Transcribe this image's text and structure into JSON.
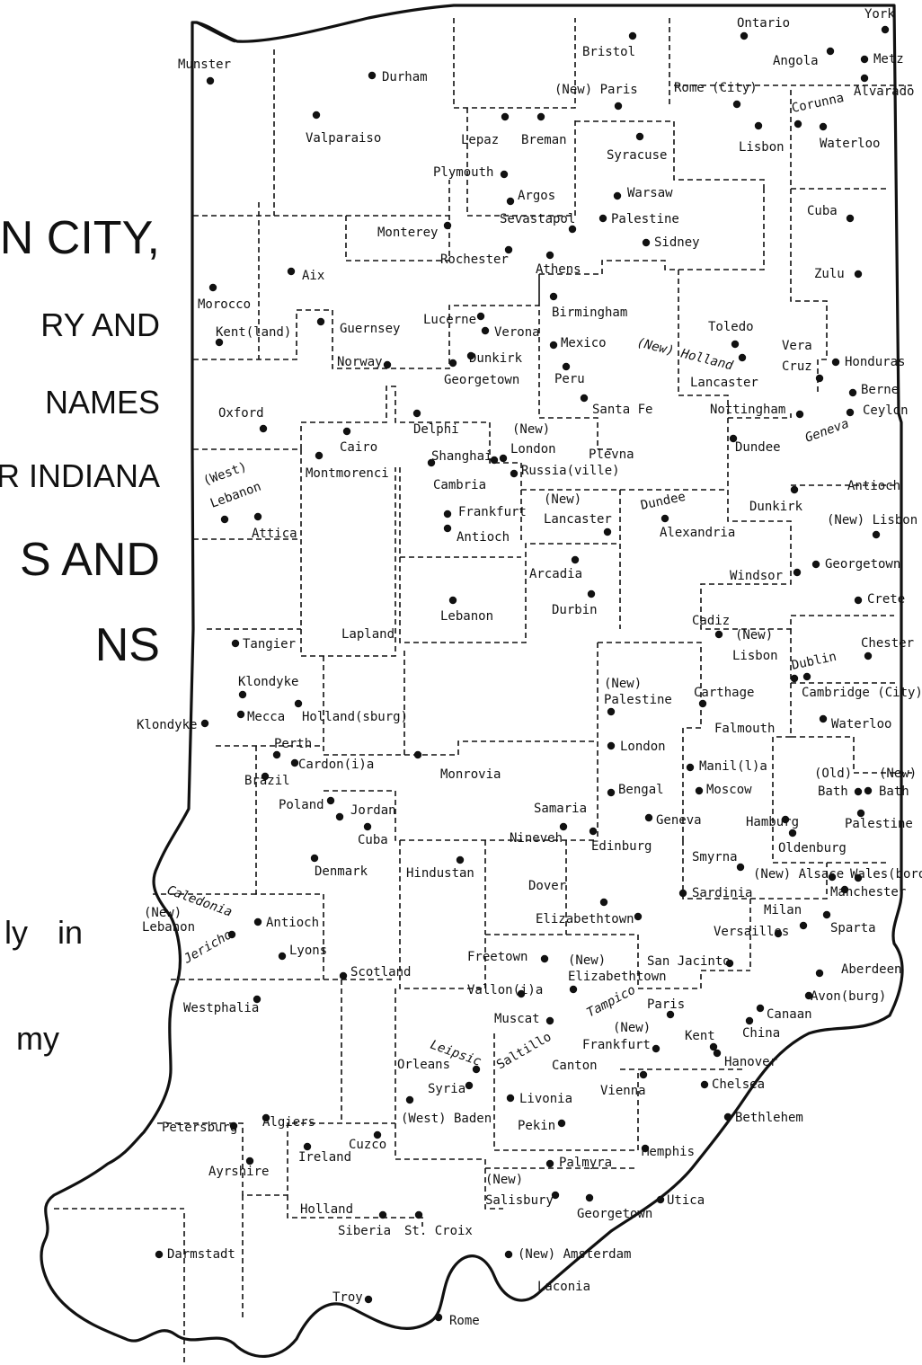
{
  "heading_fragments": [
    "GN CITY,",
    "RY AND",
    "NAMES",
    "OR INDIANA",
    "S AND",
    "NS",
    "ly",
    "in",
    "my"
  ],
  "places": [
    {
      "t": "York"
    },
    {
      "t": "Ontario"
    },
    {
      "t": "Bristol"
    },
    {
      "t": "Angola"
    },
    {
      "t": "Metz"
    },
    {
      "t": "Munster"
    },
    {
      "t": "Durham"
    },
    {
      "t": "(New) Paris"
    },
    {
      "t": "Rome (City)"
    },
    {
      "t": "Alvarado"
    },
    {
      "t": "Corunna"
    },
    {
      "t": "Valparaiso"
    },
    {
      "t": "Lepaz"
    },
    {
      "t": "Breman"
    },
    {
      "t": "Syracuse"
    },
    {
      "t": "Lisbon"
    },
    {
      "t": "Waterloo"
    },
    {
      "t": "Plymouth"
    },
    {
      "t": "Argos"
    },
    {
      "t": "Warsaw"
    },
    {
      "t": "Sevastapol"
    },
    {
      "t": "Palestine"
    },
    {
      "t": "Cuba"
    },
    {
      "t": "Monterey"
    },
    {
      "t": "Sidney"
    },
    {
      "t": "Rochester"
    },
    {
      "t": "Athens"
    },
    {
      "t": "Aix"
    },
    {
      "t": "Zulu"
    },
    {
      "t": "Morocco"
    },
    {
      "t": "Birmingham"
    },
    {
      "t": "Lucerne"
    },
    {
      "t": "Guernsey"
    },
    {
      "t": "Verona"
    },
    {
      "t": "Toledo"
    },
    {
      "t": "Kent(land)"
    },
    {
      "t": "Mexico"
    },
    {
      "t": "(New) Holland"
    },
    {
      "t": "Vera"
    },
    {
      "t": "Norway"
    },
    {
      "t": "Dunkirk"
    },
    {
      "t": "Cruz"
    },
    {
      "t": "Honduras"
    },
    {
      "t": "Georgetown"
    },
    {
      "t": "Peru"
    },
    {
      "t": "Lancaster"
    },
    {
      "t": "Berne"
    },
    {
      "t": "Oxford"
    },
    {
      "t": "Santa Fe"
    },
    {
      "t": "Nottingham"
    },
    {
      "t": "Ceylon"
    },
    {
      "t": "Delphi"
    },
    {
      "t": "(New)"
    },
    {
      "t": "Cairo"
    },
    {
      "t": "London"
    },
    {
      "t": "Plevna"
    },
    {
      "t": "Dundee"
    },
    {
      "t": "Geneva"
    },
    {
      "t": "Shanghai"
    },
    {
      "t": "(West)"
    },
    {
      "t": "Montmorenci"
    },
    {
      "t": "Russia(ville)"
    },
    {
      "t": "Lebanon"
    },
    {
      "t": "Cambria"
    },
    {
      "t": "Antioch"
    },
    {
      "t": "(New)"
    },
    {
      "t": "Dundee"
    },
    {
      "t": "Dunkirk"
    },
    {
      "t": "Frankfurt"
    },
    {
      "t": "Lancaster"
    },
    {
      "t": "(New) Lisbon"
    },
    {
      "t": "Attica"
    },
    {
      "t": "Alexandria"
    },
    {
      "t": "Antioch"
    },
    {
      "t": "Georgetown"
    },
    {
      "t": "Windsor"
    },
    {
      "t": "Arcadia"
    },
    {
      "t": "Crete"
    },
    {
      "t": "Durbin"
    },
    {
      "t": "Lebanon"
    },
    {
      "t": "Cadiz"
    },
    {
      "t": "(New)"
    },
    {
      "t": "Lapland"
    },
    {
      "t": "Chester"
    },
    {
      "t": "Tangier"
    },
    {
      "t": "Lisbon"
    },
    {
      "t": "Dublin"
    },
    {
      "t": "Klondyke"
    },
    {
      "t": "(New)"
    },
    {
      "t": "Palestine"
    },
    {
      "t": "Carthage"
    },
    {
      "t": "Cambridge (City)"
    },
    {
      "t": "Mecca"
    },
    {
      "t": "Holland(sburg)"
    },
    {
      "t": "Klondyke"
    },
    {
      "t": "Falmouth"
    },
    {
      "t": "Waterloo"
    },
    {
      "t": "Perth"
    },
    {
      "t": "London"
    },
    {
      "t": "Cardon(i)a"
    },
    {
      "t": "Manil(l)a"
    },
    {
      "t": "Brazil"
    },
    {
      "t": "Monrovia"
    },
    {
      "t": "(Old)"
    },
    {
      "t": "(New)"
    },
    {
      "t": "Bengal"
    },
    {
      "t": "Moscow"
    },
    {
      "t": "Bath"
    },
    {
      "t": "Bath"
    },
    {
      "t": "Poland"
    },
    {
      "t": "Jordan"
    },
    {
      "t": "Samaria"
    },
    {
      "t": "Geneva"
    },
    {
      "t": "Hamburg"
    },
    {
      "t": "Palestine"
    },
    {
      "t": "Cuba"
    },
    {
      "t": "Nineveh"
    },
    {
      "t": "Edinburg"
    },
    {
      "t": "Oldenburg"
    },
    {
      "t": "Smyrna"
    },
    {
      "t": "Denmark"
    },
    {
      "t": "Hindustan"
    },
    {
      "t": "(New) Alsace"
    },
    {
      "t": "Dover"
    },
    {
      "t": "Wales(boro)"
    },
    {
      "t": "Caledonia"
    },
    {
      "t": "Sardinia"
    },
    {
      "t": "Manchester"
    },
    {
      "t": "(New)"
    },
    {
      "t": "Milan"
    },
    {
      "t": "Lebanon"
    },
    {
      "t": "Antioch"
    },
    {
      "t": "Elizabethtown"
    },
    {
      "t": "Sparta"
    },
    {
      "t": "Versailles"
    },
    {
      "t": "Jericho"
    },
    {
      "t": "Lyons"
    },
    {
      "t": "Freetown"
    },
    {
      "t": "(New)"
    },
    {
      "t": "San Jacinto"
    },
    {
      "t": "Scotland"
    },
    {
      "t": "Elizabethtown"
    },
    {
      "t": "Aberdeen"
    },
    {
      "t": "Vallon(i)a"
    },
    {
      "t": "Westphalia"
    },
    {
      "t": "Tampico"
    },
    {
      "t": "Paris"
    },
    {
      "t": "Avon(burg)"
    },
    {
      "t": "Canaan"
    },
    {
      "t": "Muscat"
    },
    {
      "t": "(New)"
    },
    {
      "t": "Kent"
    },
    {
      "t": "China"
    },
    {
      "t": "Leipsic"
    },
    {
      "t": "Frankfurt"
    },
    {
      "t": "Saltillo"
    },
    {
      "t": "Orleans"
    },
    {
      "t": "Canton"
    },
    {
      "t": "Hanover"
    },
    {
      "t": "Syria"
    },
    {
      "t": "Chelsea"
    },
    {
      "t": "Livonia"
    },
    {
      "t": "Vienna"
    },
    {
      "t": "(West) Baden"
    },
    {
      "t": "Bethlehem"
    },
    {
      "t": "Petersburg"
    },
    {
      "t": "Algiers"
    },
    {
      "t": "Pekin"
    },
    {
      "t": "Cuzco"
    },
    {
      "t": "Memphis"
    },
    {
      "t": "Ireland"
    },
    {
      "t": "Palmyra"
    },
    {
      "t": "Ayrshire"
    },
    {
      "t": "(New)"
    },
    {
      "t": "Salisbury"
    },
    {
      "t": "Utica"
    },
    {
      "t": "Georgetown"
    },
    {
      "t": "Holland"
    },
    {
      "t": "Siberia"
    },
    {
      "t": "St. Croix"
    },
    {
      "t": "Darmstadt"
    },
    {
      "t": "(New) Amsterdam"
    },
    {
      "t": "Laconia"
    },
    {
      "t": "Troy"
    },
    {
      "t": "Rome"
    }
  ]
}
